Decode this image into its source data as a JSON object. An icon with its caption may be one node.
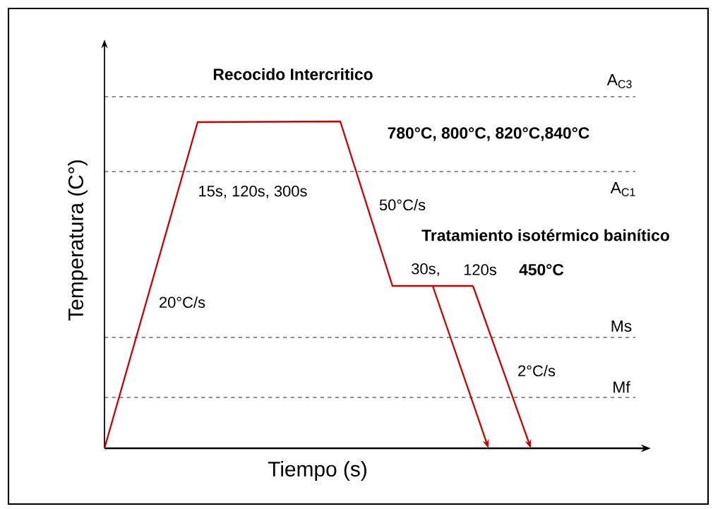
{
  "diagram": {
    "labels": [
      "Recocido Intercritico",
      "A$_{C3}$",
      "780°C, 800°C, 820°C,840°C",
      "15s, 120s, 300s",
      "A$_{C1}$",
      "50°C/s",
      "Tratamiento isotérmico bainítico",
      "30s,",
      "120s",
      "450°C",
      "20°C/s",
      "Ms",
      "2°C/s",
      "Mf",
      "Temperatura (C°)",
      "Tiempo (s)"
    ]
  }
}
